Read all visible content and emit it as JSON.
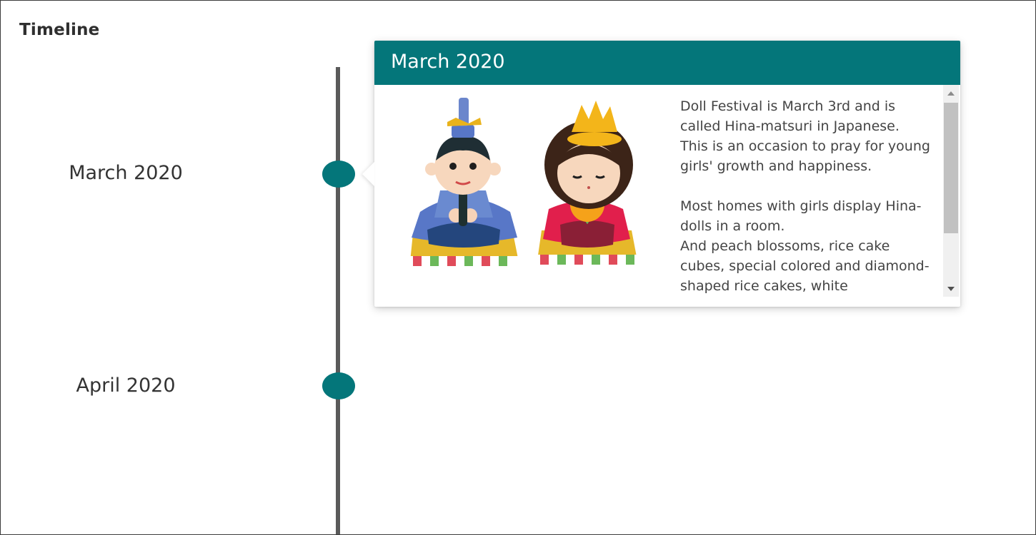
{
  "page": {
    "title": "Timeline"
  },
  "timeline": {
    "events": [
      {
        "label": "March 2020"
      },
      {
        "label": "April 2020"
      }
    ]
  },
  "popup": {
    "title": "March 2020",
    "image": "hina-dolls-illustration",
    "paragraphs": [
      "Doll Festival is March 3rd and is called Hina-matsuri in Japanese.",
      "This is an occasion to pray for young girls' growth and happiness.",
      "Most homes with girls display Hina-dolls in a room.",
      "And peach blossoms, rice cake cubes, special colored and diamond-shaped rice cakes, white"
    ]
  },
  "colors": {
    "accent": "#04767a",
    "timeline_line": "#5a5a5a",
    "text": "#333333",
    "scrollbar_thumb": "#c1c1c1"
  },
  "icons": {
    "scroll_up": "triangle-up-icon",
    "scroll_down": "triangle-down-icon"
  }
}
